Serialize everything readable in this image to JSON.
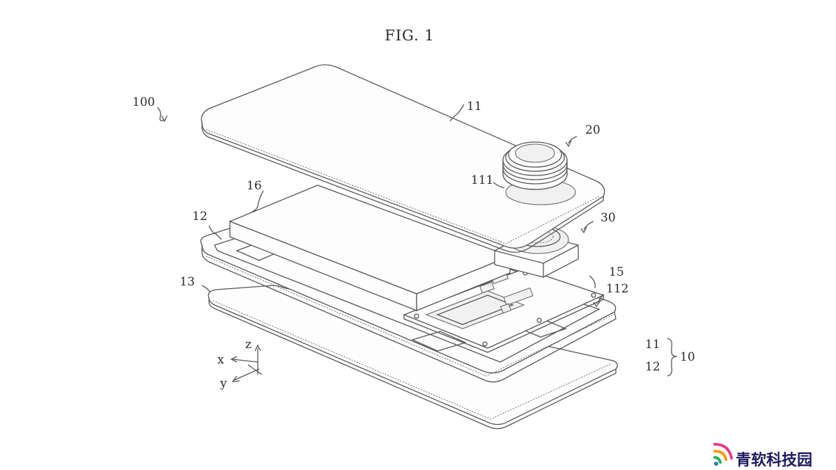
{
  "figure": {
    "title": "FIG. 1",
    "labels": {
      "assembly": "100",
      "top_plate": "11",
      "camera": "20",
      "opening": "111",
      "battery": "16",
      "frame": "12",
      "module": "30",
      "board": "15",
      "notch": "112",
      "back_cover": "13",
      "legend_a": "11",
      "legend_b": "12",
      "legend_group": "10"
    },
    "axes": {
      "x": "x",
      "y": "y",
      "z": "z"
    }
  },
  "watermark": {
    "text": "青软科技园",
    "colors": [
      "#e83e8c",
      "#f39c12",
      "#27ae60",
      "#2980b9"
    ]
  }
}
